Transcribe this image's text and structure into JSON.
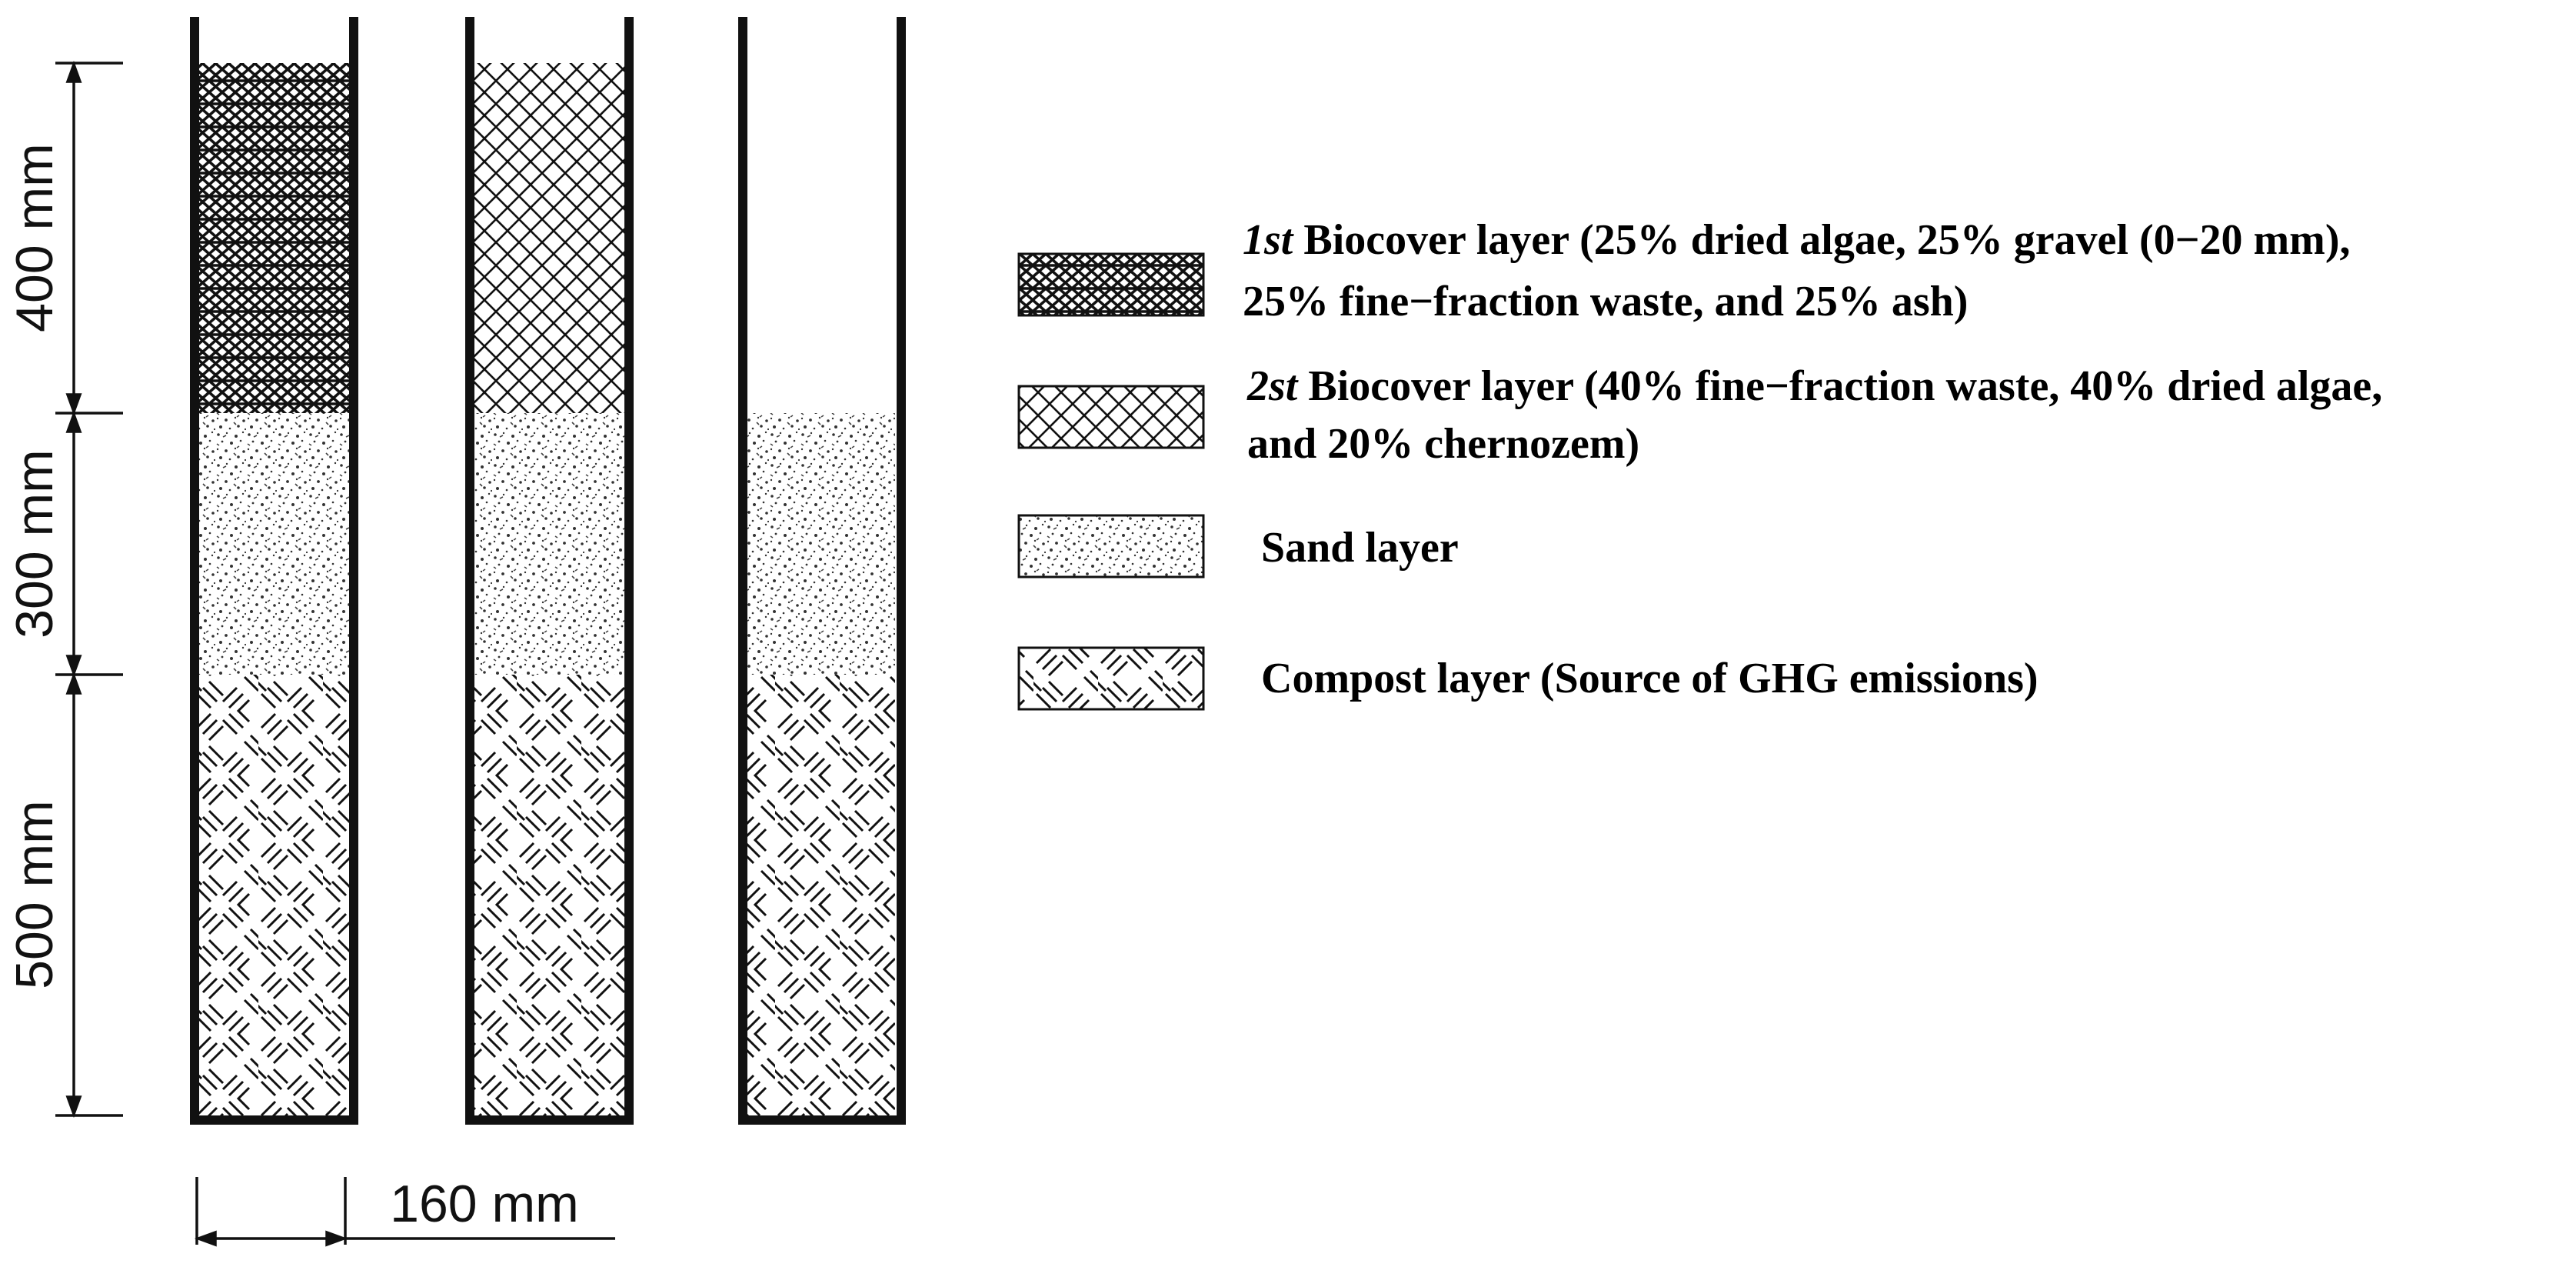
{
  "dimensions": {
    "top_layer": "400 mm",
    "middle_layer": "300 mm",
    "bottom_layer": "500 mm",
    "column_width": "160 mm"
  },
  "columns": [
    {
      "layers": [
        "compost",
        "sand",
        "biocover_1"
      ]
    },
    {
      "layers": [
        "compost",
        "sand",
        "biocover_2"
      ]
    },
    {
      "layers": [
        "compost",
        "sand"
      ]
    }
  ],
  "legend": {
    "biocover_1": {
      "prefix": "1st",
      "line1": " Biocover layer (25% dried algae, 25% gravel (0−20 mm),",
      "line2": "25% fine−fraction waste, and 25% ash)"
    },
    "biocover_2": {
      "prefix": "2st",
      "line1": " Biocover layer (40% fine−fraction waste, 40% dried algae,",
      "line2": "and 20% chernozem)"
    },
    "sand": {
      "label": "Sand layer"
    },
    "compost": {
      "label": "Compost layer (Source of GHG emissions)"
    }
  },
  "colors": {
    "ink": "#111111",
    "background": "#ffffff"
  }
}
